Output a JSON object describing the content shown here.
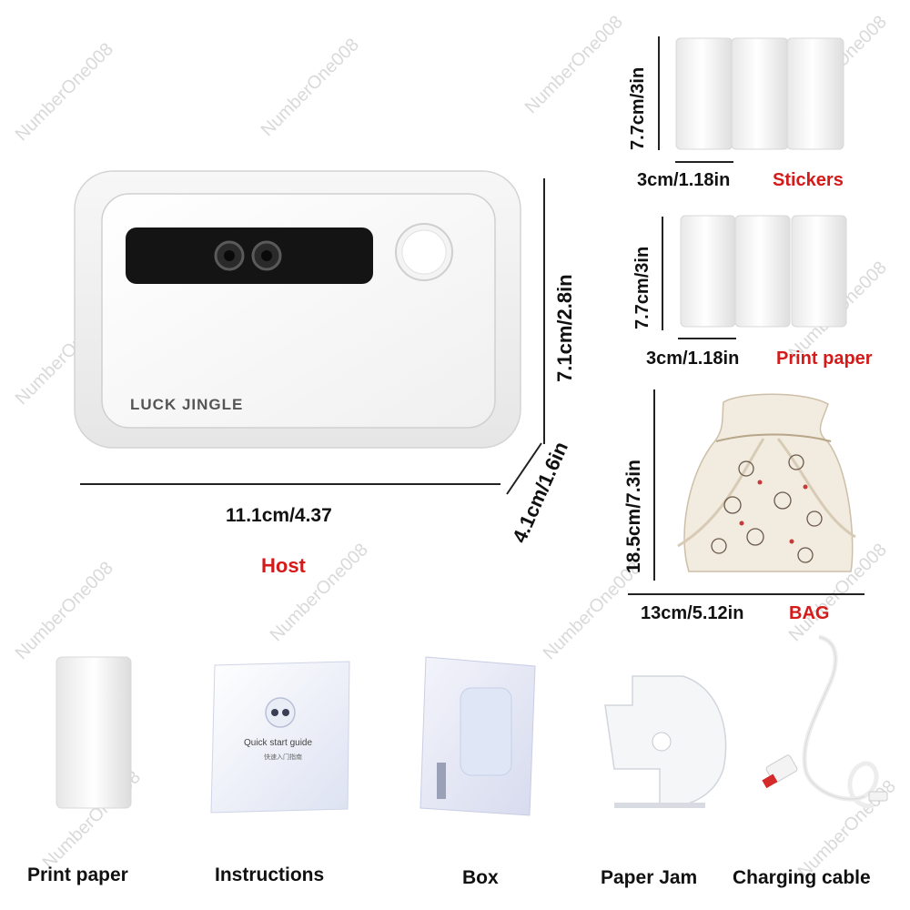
{
  "host": {
    "brand": "LUCK JINGLE",
    "width_label": "11.1cm/4.37",
    "height_label": "7.1cm/2.8in",
    "depth_label": "4.1cm/1.6in",
    "caption": "Host"
  },
  "stickers": {
    "height_label": "7.7cm/3in",
    "width_label": "3cm/1.18in",
    "caption": "Stickers"
  },
  "print_paper_rolls": {
    "height_label": "7.7cm/3in",
    "width_label": "3cm/1.18in",
    "caption": "Print paper"
  },
  "bag": {
    "height_label": "18.5cm/7.3in",
    "width_label": "13cm/5.12in",
    "caption": "BAG"
  },
  "accessories": {
    "print_paper": "Print paper",
    "instructions": "Instructions",
    "box": "Box",
    "paper_jam": "Paper Jam",
    "charging_cable": "Charging cable"
  },
  "guide": {
    "title": "Quick start guide",
    "subtitle": "快速入门指南"
  },
  "watermark": "NumberOne008",
  "colors": {
    "accent_red": "#d51a1a",
    "text": "#111111"
  }
}
